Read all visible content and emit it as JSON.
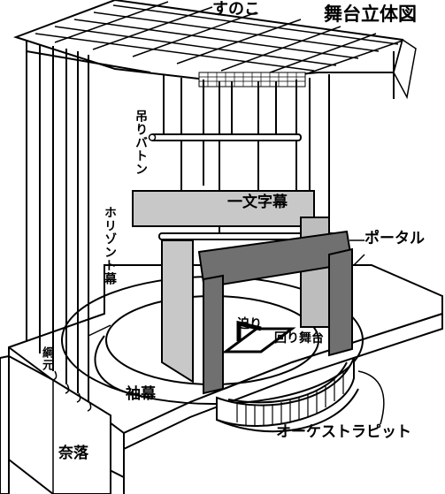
{
  "title": "舞台立体図",
  "labels": {
    "sunoko": "すのこ",
    "tsuri_baton": "吊りバトン",
    "ichimonji_maku": "一文字幕",
    "horizont_maku": "ホリゾント幕",
    "portal": "ポータル",
    "seri": "迫り",
    "mawari_butai": "回り舞台",
    "tsuna_moto": "綱元",
    "sode_maku": "袖幕",
    "orchestra_pit": "オーケストラピット",
    "naraku": "奈落"
  },
  "colors": {
    "ink": "#000000",
    "paper": "#ffffff",
    "light_gray": "#c8c8c8",
    "panel_gray": "#bdbdbd",
    "dark_gray": "#6e6e6e",
    "portal_gray": "#707070"
  }
}
